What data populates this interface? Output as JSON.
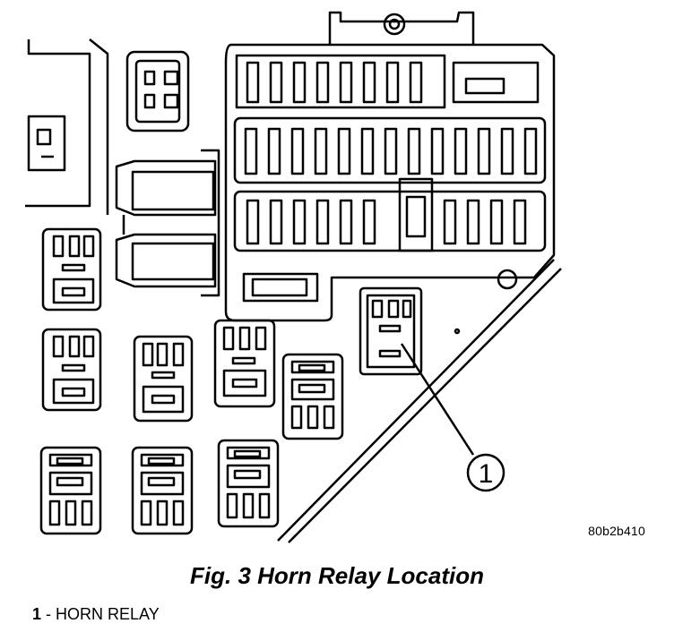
{
  "callout": {
    "number": "1"
  },
  "figure": {
    "reference_code": "80b2b410",
    "caption": "Fig. 3 Horn Relay Location"
  },
  "legend": {
    "items": [
      {
        "number": "1",
        "separator": " - ",
        "label": "HORN RELAY"
      }
    ]
  }
}
